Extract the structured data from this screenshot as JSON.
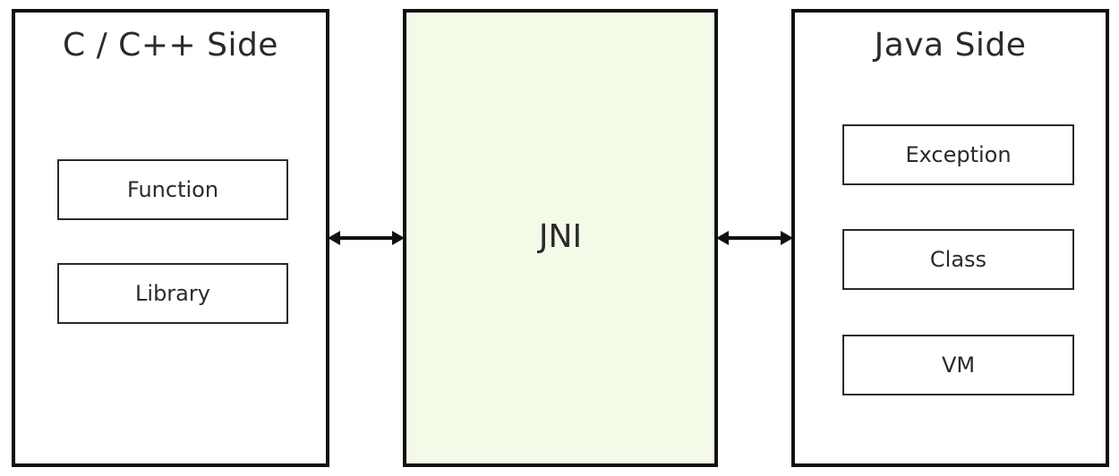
{
  "c_side": {
    "title": "C / C++ Side",
    "items": [
      "Function",
      "Library"
    ]
  },
  "jni": {
    "label": "JNI"
  },
  "java_side": {
    "title": "Java Side",
    "items": [
      "Exception",
      "Class",
      "VM"
    ]
  },
  "colors": {
    "border": "#111111",
    "jni_fill": "#f3fbe8",
    "text": "#2a2a2a"
  }
}
